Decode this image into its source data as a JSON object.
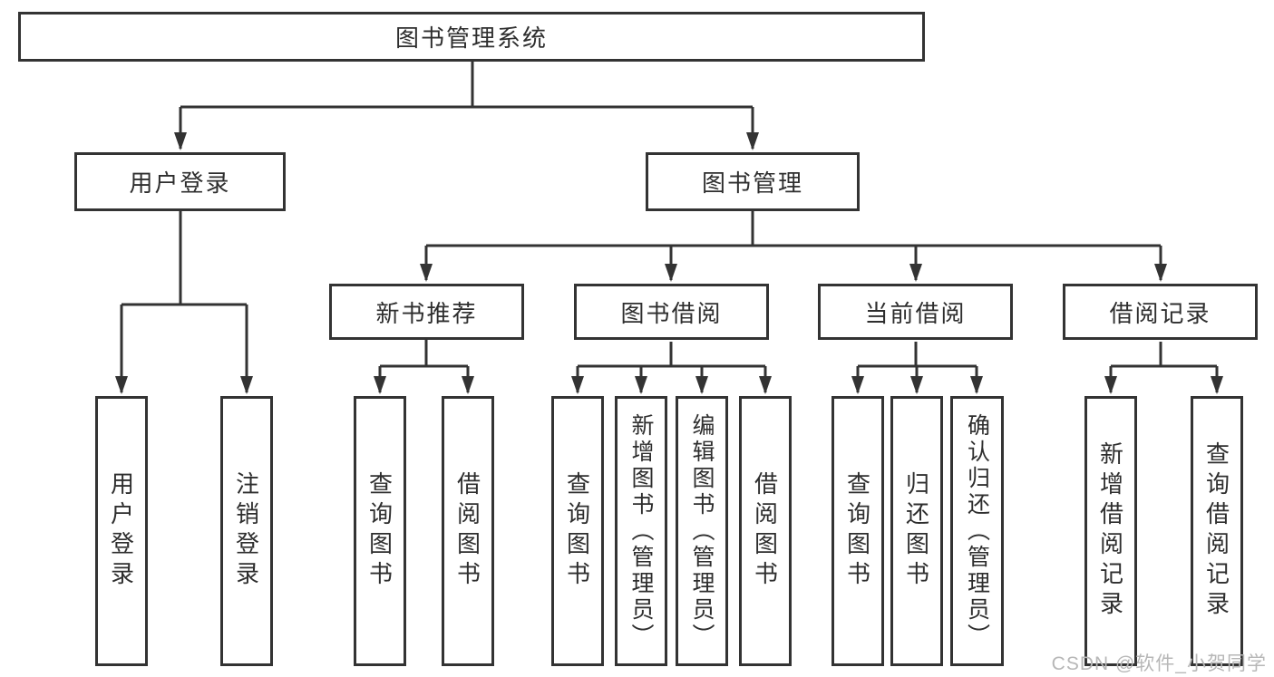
{
  "diagram": {
    "title": "图书管理系统",
    "branches": [
      {
        "label": "用户登录",
        "children": [
          {
            "label": "用户登录"
          },
          {
            "label": "注销登录"
          }
        ]
      },
      {
        "label": "图书管理",
        "children": [
          {
            "label": "新书推荐",
            "children": [
              {
                "label": "查询图书"
              },
              {
                "label": "借阅图书"
              }
            ]
          },
          {
            "label": "图书借阅",
            "children": [
              {
                "label": "查询图书"
              },
              {
                "label": "新增图书（管理员）"
              },
              {
                "label": "编辑图书（管理员）"
              },
              {
                "label": "借阅图书"
              }
            ]
          },
          {
            "label": "当前借阅",
            "children": [
              {
                "label": "查询图书"
              },
              {
                "label": "归还图书"
              },
              {
                "label": "确认归还（管理员）"
              }
            ]
          },
          {
            "label": "借阅记录",
            "children": [
              {
                "label": "新增借阅记录"
              },
              {
                "label": "查询借阅记录"
              }
            ]
          }
        ]
      }
    ]
  },
  "watermark": {
    "text": "CSDN @软件_小贺同学"
  },
  "colors": {
    "line": "#333333",
    "text": "#2e2e2e",
    "watermark": "#b7b7b7",
    "background": "#ffffff"
  }
}
